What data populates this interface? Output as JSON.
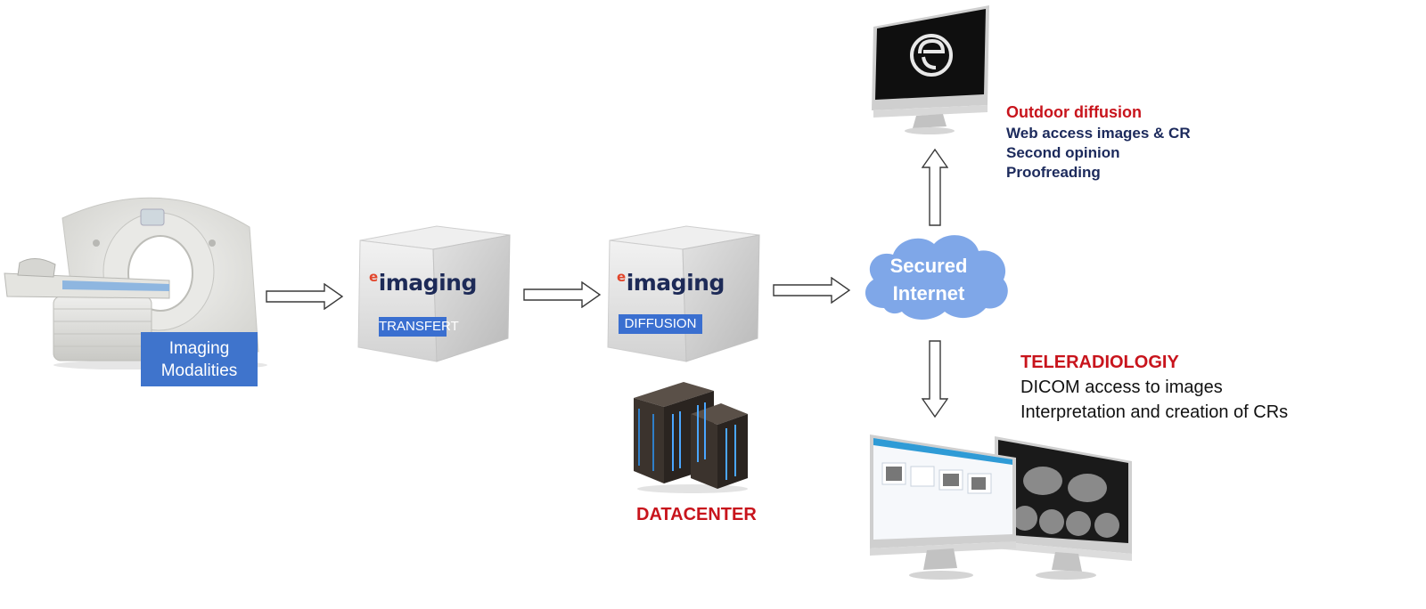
{
  "modalities": {
    "label_line1": "Imaging",
    "label_line2": "Modalities"
  },
  "transfer_cube": {
    "brand": "imaging",
    "tag": "TRANSFERT"
  },
  "diffusion_cube": {
    "brand": "imaging",
    "tag": "DIFFUSION"
  },
  "datacenter": {
    "label": "DATACENTER"
  },
  "cloud": {
    "line1": "Secured",
    "line2": "Internet"
  },
  "outdoor": {
    "title": "Outdoor diffusion",
    "items": [
      "Web access images & CR",
      "Second opinion",
      "Proofreading"
    ]
  },
  "teleradiology": {
    "title": "TELERADIOLOGIY",
    "items": [
      "DICOM access to images",
      "Interpretation and creation of CRs"
    ]
  },
  "colors": {
    "accent_red": "#c8141c",
    "navy": "#1c2a5c",
    "label_blue": "#3f74cc",
    "cloud_blue": "#7fa7e8"
  }
}
